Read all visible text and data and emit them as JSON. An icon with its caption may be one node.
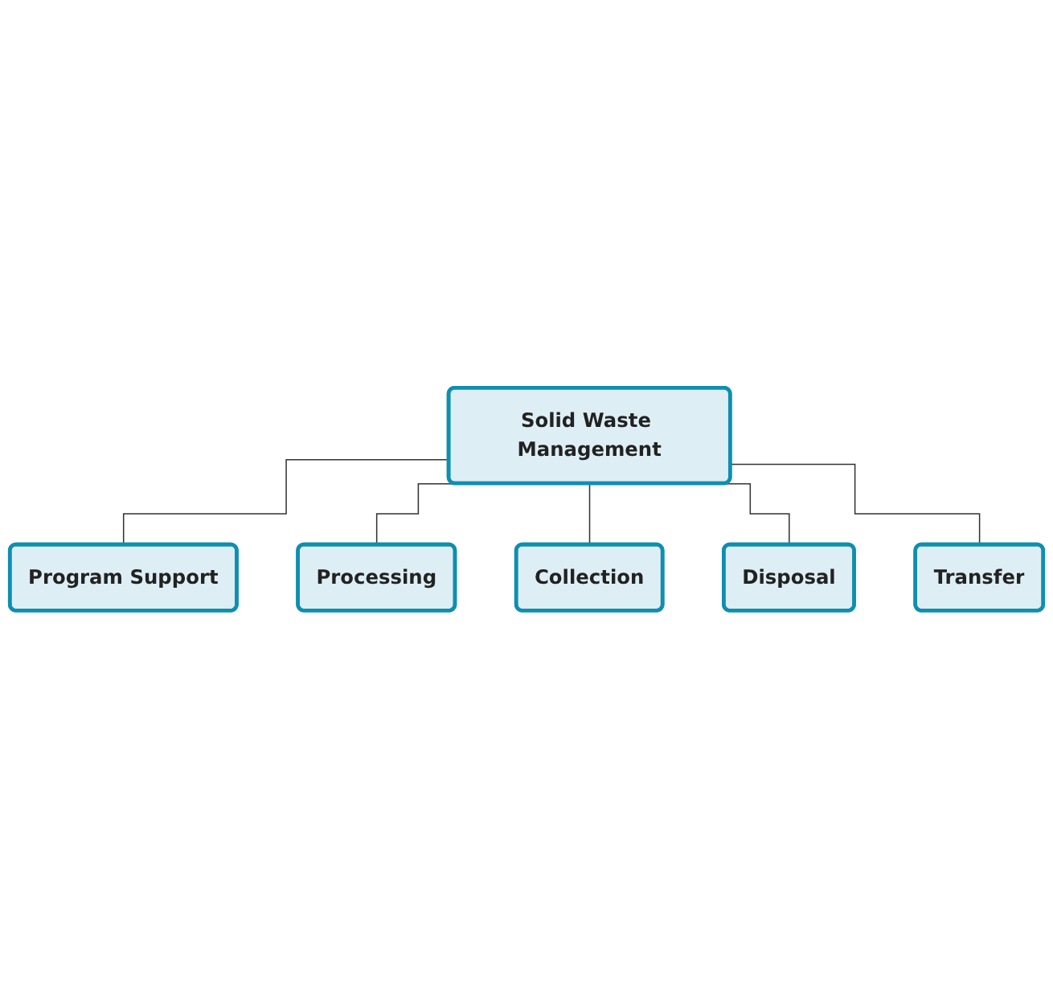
{
  "diagram": {
    "nodes": [
      {
        "text": [
          "Solid Waste Management"
        ]
      },
      {
        "text": [
          "Program Support"
        ]
      },
      {
        "text": [
          "Processing"
        ]
      },
      {
        "text": [
          "Collection"
        ]
      },
      {
        "text": [
          "Disposal"
        ]
      },
      {
        "text": [
          "Transfer"
        ]
      }
    ],
    "edges": [
      {
        "from": 0,
        "to": 1,
        "arrow": "none"
      },
      {
        "from": 0,
        "to": 2,
        "arrow": "none"
      },
      {
        "from": 0,
        "to": 3,
        "arrow": "none"
      },
      {
        "from": 0,
        "to": 4,
        "arrow": "none"
      },
      {
        "from": 0,
        "to": 5,
        "arrow": "none"
      }
    ]
  }
}
